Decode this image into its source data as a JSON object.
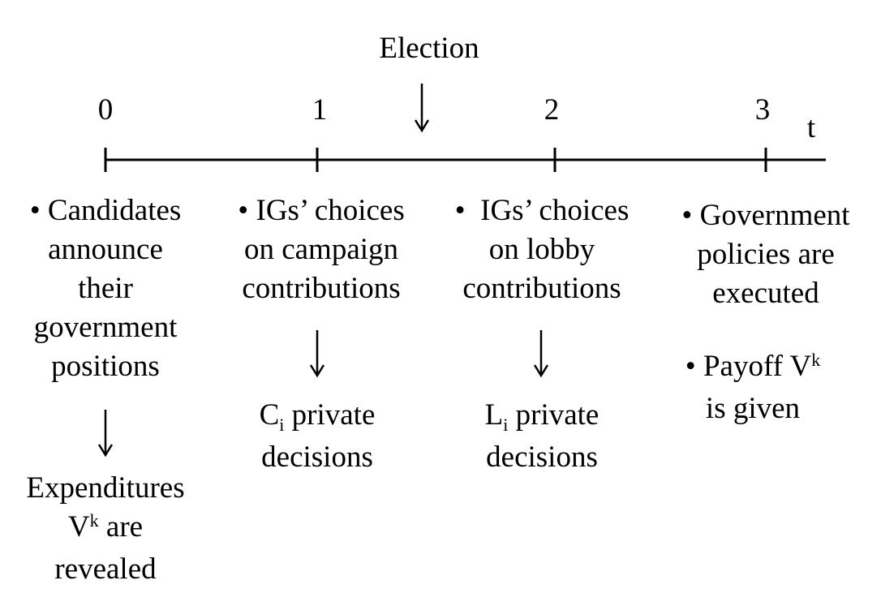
{
  "event_label": "Election",
  "axis_label": "t",
  "ticks": [
    "0",
    "1",
    "2",
    "3"
  ],
  "stage0": {
    "bullet": "•",
    "lines": [
      "Candidates",
      "announce",
      "their",
      "government",
      "positions"
    ],
    "result": {
      "line1": "Expenditures",
      "base": "V",
      "sup": "k",
      "tail": " are",
      "line3": "revealed"
    }
  },
  "stage1": {
    "bullet": "•",
    "lines": [
      "IGs’ choices",
      "on campaign",
      "contributions"
    ],
    "result": {
      "base": "C",
      "sub": "i",
      "tail": " private",
      "line2": "decisions"
    }
  },
  "stage2": {
    "bullet": "•",
    "lines": [
      "IGs’ choices",
      "on lobby",
      "contributions"
    ],
    "result": {
      "base": "L",
      "sub": "i",
      "tail": " private",
      "line2": "decisions"
    }
  },
  "stage3": {
    "bullet": "•",
    "lines": [
      "Government",
      "policies are",
      "executed"
    ],
    "payoff": {
      "bullet": "•",
      "text": "Payoff V",
      "sup": "k",
      "line2": "is given"
    }
  }
}
